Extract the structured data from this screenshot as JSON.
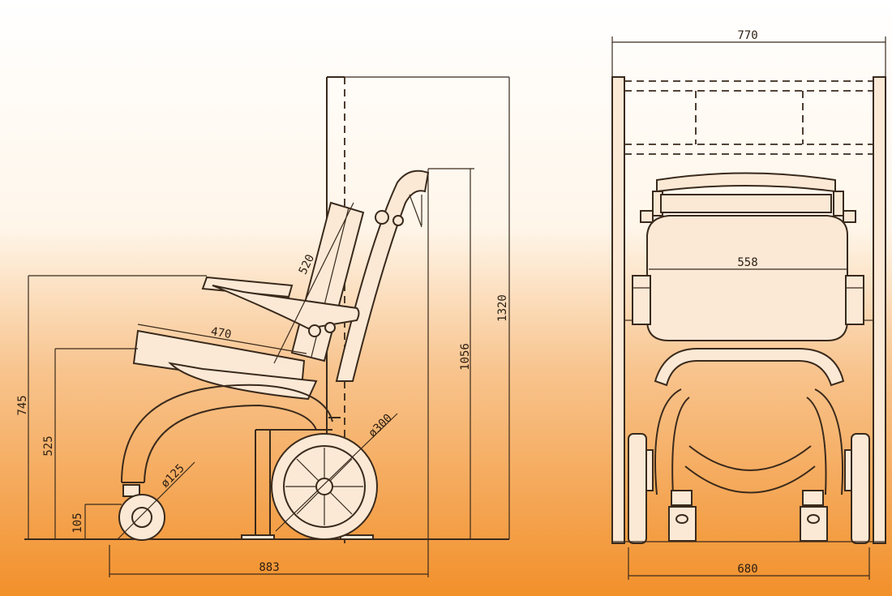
{
  "background": {
    "top": "#ffffff",
    "bottom": "#f2902a"
  },
  "line_color": "#3a2a1c",
  "side_view": {
    "dims": {
      "overall_height": "1320",
      "handle_height": "1056",
      "armrest_height": "745",
      "seat_height": "525",
      "ground_clearance": "105",
      "backrest_length": "520",
      "seat_depth": "470",
      "rear_wheel_dia": "ø300",
      "caster_dia": "ø125",
      "overall_length": "883"
    }
  },
  "front_view": {
    "dims": {
      "overall_width": "770",
      "seat_width": "558",
      "wheel_track": "680"
    }
  }
}
